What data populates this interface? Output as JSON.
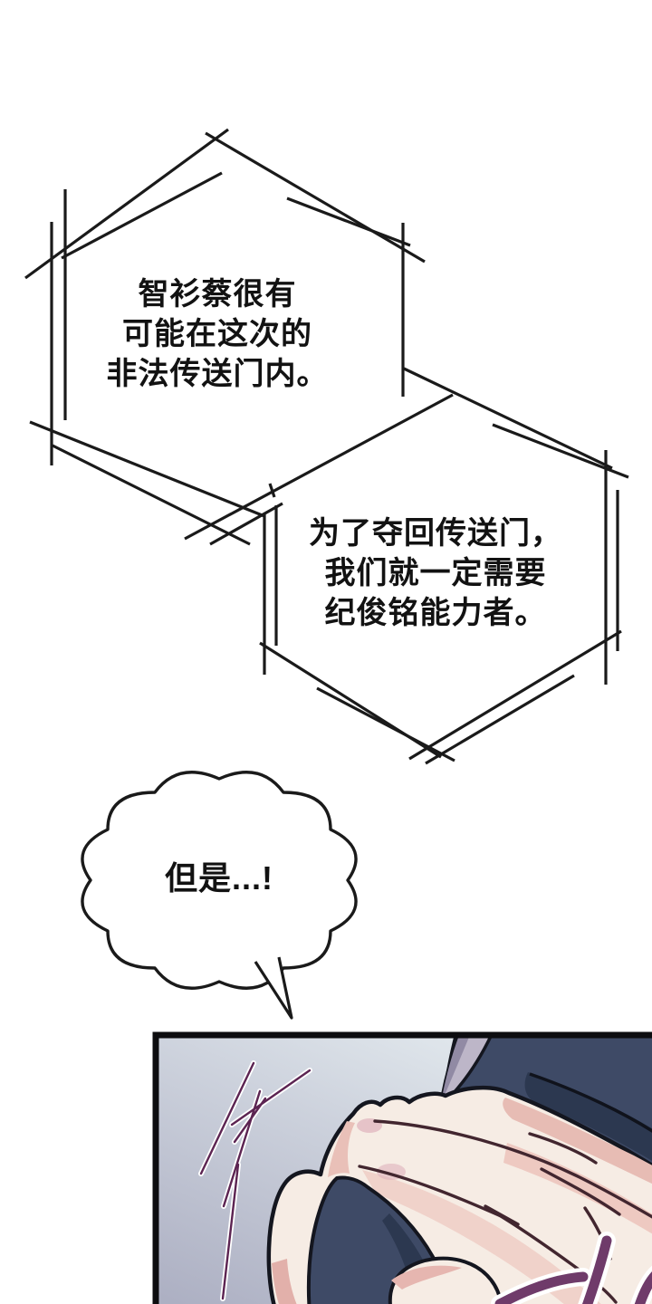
{
  "page": {
    "kind": "webtoon comic page",
    "background_color": "#ffffff",
    "ink_color": "#1a1a1a"
  },
  "bubbles": {
    "radio_bubble_1": {
      "shape": "sketched double-line hexagon",
      "text": "智衫蔡很有\n可能在这次的\n非法传送门内。"
    },
    "radio_bubble_2": {
      "shape": "sketched double-line hexagon",
      "text": "为了夺回传送门，\n我们就一定需要\n纪俊铭能力者。"
    },
    "shout_bubble": {
      "shape": "cloud bubble with tail pointing to panel",
      "text": "但是...!"
    }
  },
  "panel": {
    "description": "close-up illustration of a hand clutching dark clothing",
    "colors": {
      "background_top": "#e8eff2",
      "background_bottom": "#adb0c3",
      "jacket_navy": "#3e4a66",
      "jacket_navy_shadow": "#2c3850",
      "collar_lavender": "#bdb6c8",
      "collar_shadow": "#918aa4",
      "skin": "#f6ece4",
      "skin_shadow": "#e7bcb4",
      "crease_line": "#42262f",
      "speed_line": "#5c2452",
      "sfx_purple": "#6f3b6a",
      "outline": "#14161f"
    }
  }
}
